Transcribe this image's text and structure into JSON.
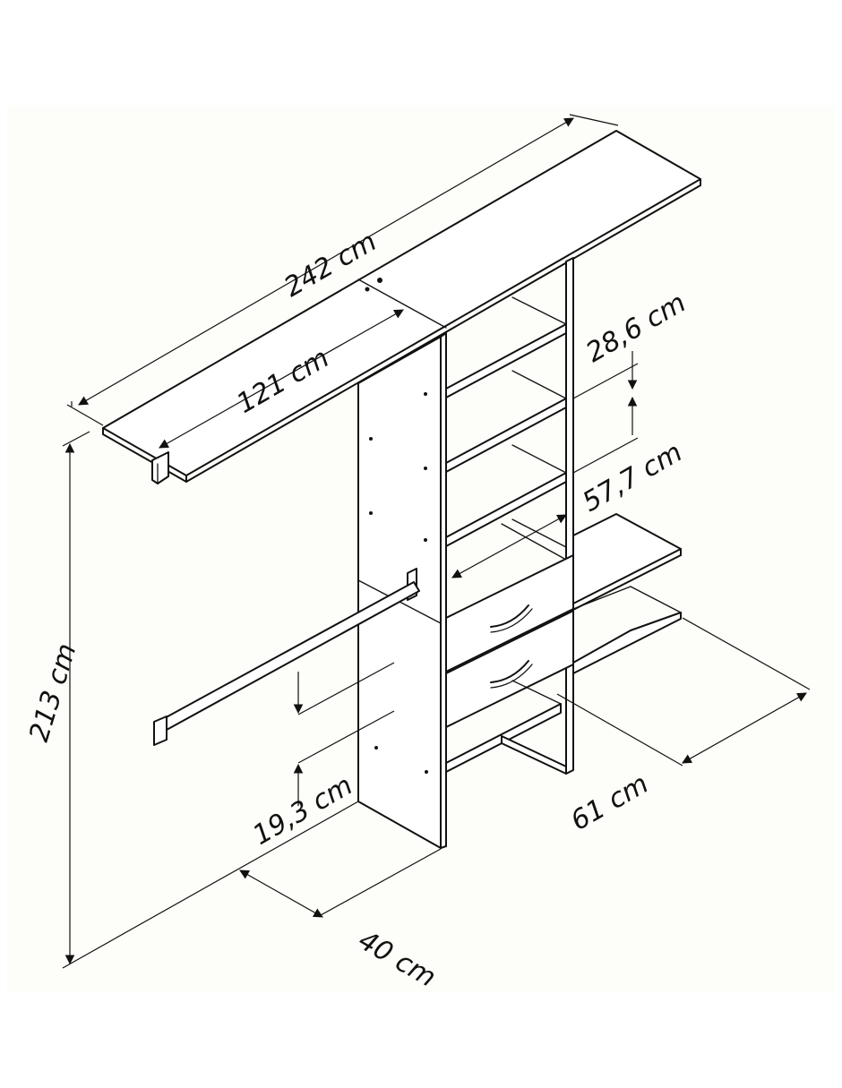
{
  "dimensions": {
    "overall_width": "242 cm",
    "column_width": "121 cm",
    "shelf_spacing": "28,6 cm",
    "inner_width": "57,7 cm",
    "height": "213 cm",
    "rod_gap": "19,3 cm",
    "column_depth": "40 cm",
    "shelf_depth": "61 cm"
  }
}
